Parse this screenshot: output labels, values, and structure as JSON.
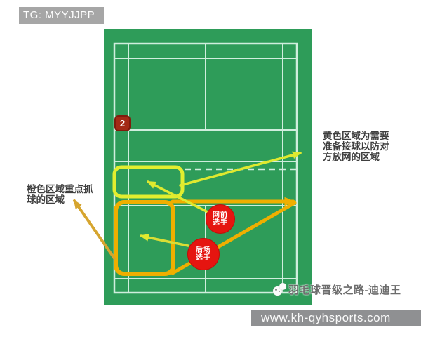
{
  "header": {
    "tg_label": "TG: MYYJJPP"
  },
  "court": {
    "badge_label": "2",
    "players": [
      {
        "name": "net-player",
        "lines": [
          "网前",
          "选手"
        ]
      },
      {
        "name": "backcourt-player",
        "lines": [
          "后场",
          "选手"
        ]
      }
    ],
    "colors": {
      "mat_green": "#2e9c59",
      "court_line": "#cfeedd",
      "yellow_zone": "#e2ee2f",
      "orange_zone": "#efaf00",
      "green_arrow": "#dfe92f",
      "gold_arrow": "#d6a52f",
      "player_red": "#e51510",
      "badge_red": "#a32a15"
    }
  },
  "annotations": {
    "left_note": {
      "lines": [
        "橙色区域重点抓",
        "球的区域"
      ]
    },
    "right_note": {
      "lines": [
        "黄色区域为需要",
        "准备接球以防对",
        "方放网的区域"
      ]
    }
  },
  "watermark": {
    "text": "羽毛球晋级之路-迪迪王"
  },
  "footer": {
    "url": "www.kh-qyhsports.com"
  }
}
